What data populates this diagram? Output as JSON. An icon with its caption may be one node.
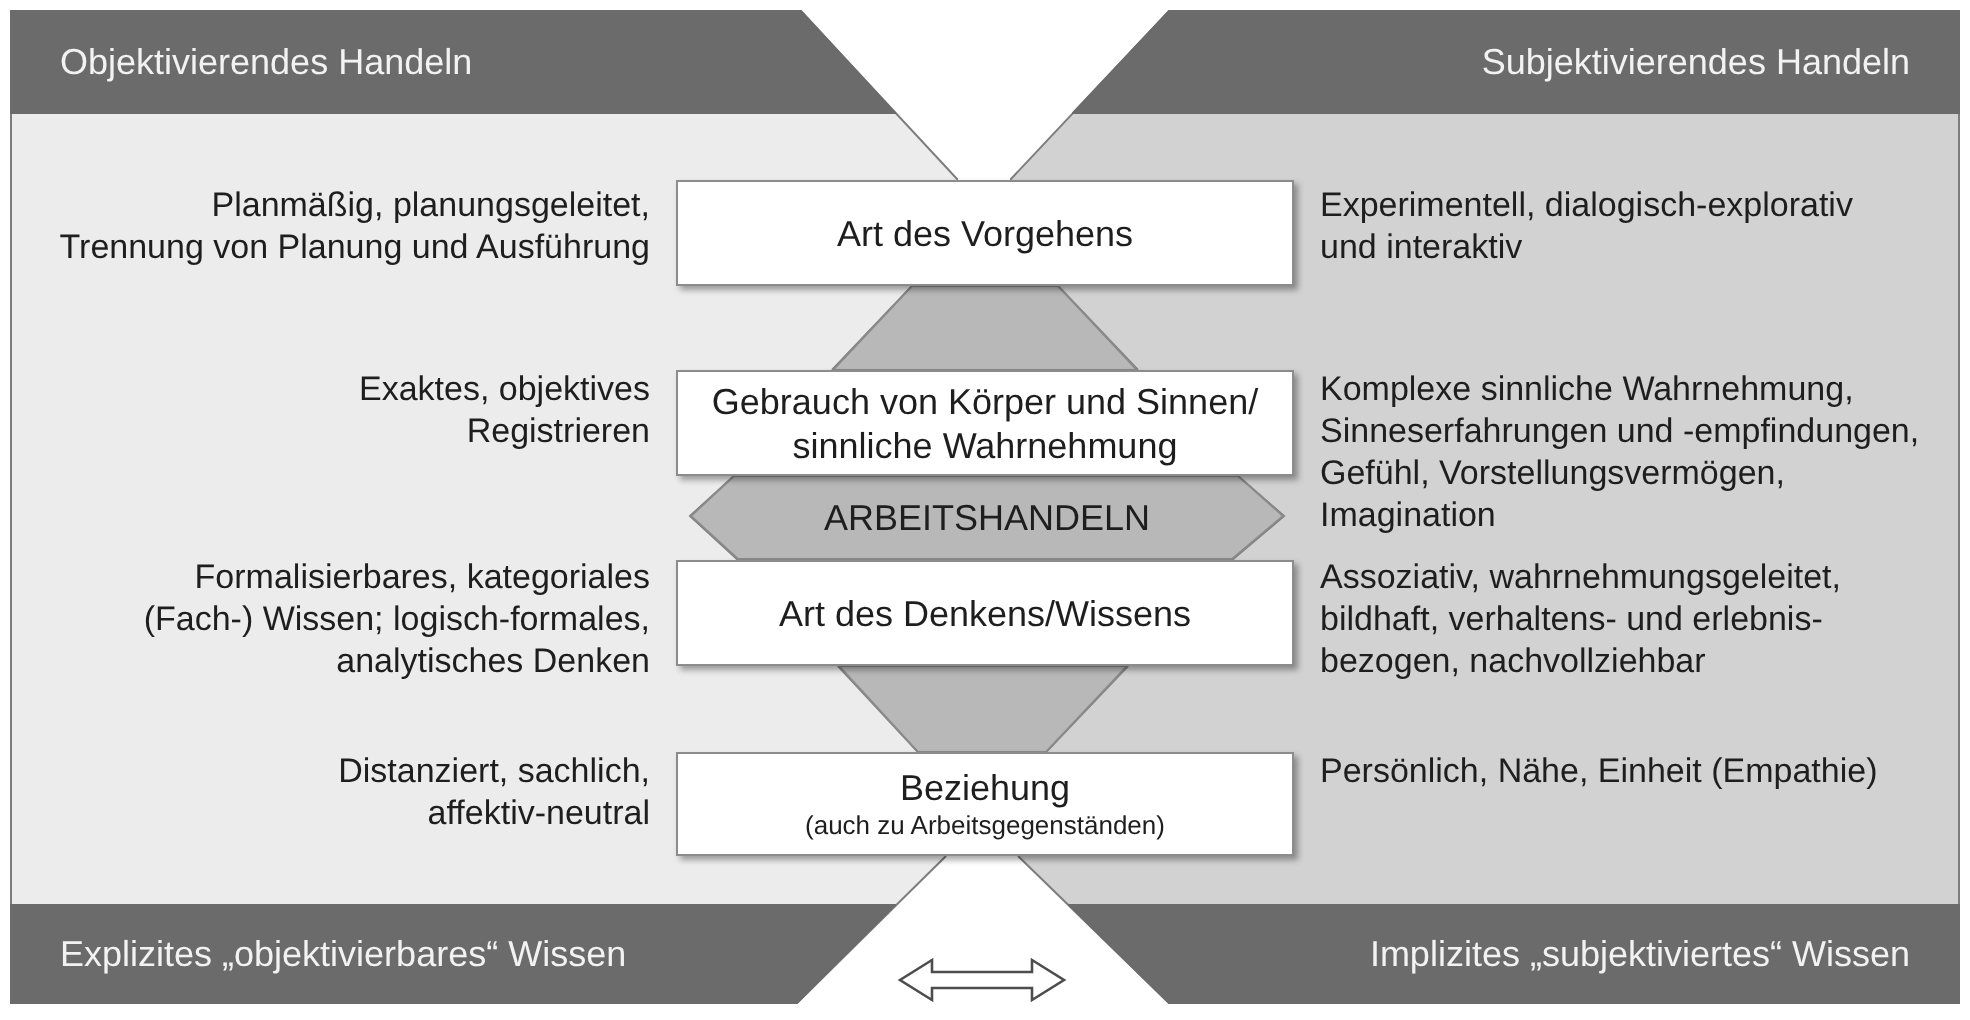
{
  "diagram": {
    "nodes": [
      {
        "text": [
          "Planmäßig, planungsgeleitet, Trennung von Planung und Ausführung",
          "Exaktes, objektives Registrieren",
          "Formalisierbares, kategoriales (Fach-) Wissen; logisch-formales, analytisches Denken",
          "Distanziert, sachlich, affektiv-neutral"
        ]
      },
      {
        "text": [
          "Objektivierendes Handeln"
        ],
        "in": 0
      },
      {
        "text": [
          "Explizites „objektivierbares“ Wissen"
        ],
        "in": 0
      },
      {
        "text": [
          "Experimentell, dialogisch-explorativ und interaktiv",
          "Komplexe sinnliche Wahrnehmung, Sinneserfahrungen und -empfindungen, Gefühl, Vorstellungsvermögen, Imagination",
          "Assoziativ, wahrnehmungsgeleitet, bildhaft, verhaltens- und erlebnis-bezogen, nachvollziehbar",
          "Persönlich, Nähe, Einheit (Empathie)"
        ]
      },
      {
        "text": [
          "Subjektivierendes Handeln"
        ],
        "in": 3
      },
      {
        "text": [
          "Implizites „subjektiviertes“ Wissen"
        ],
        "in": 3
      },
      {
        "text": [
          "Art des Vorgehens"
        ]
      },
      {
        "text": [],
        "shape": "trapezoid"
      },
      {
        "text": [
          "Gebrauch von Körper und Sinnen/ sinnliche Wahrnehmung"
        ]
      },
      {
        "text": [
          "ARBEITSHANDELN"
        ]
      },
      {
        "text": [
          "Art des Denkens/Wissens"
        ]
      },
      {
        "text": [],
        "shape": "trapezoid"
      },
      {
        "text": [
          "Beziehung",
          "(auch zu Arbeitsgegenständen)"
        ]
      }
    ],
    "edges": [
      {
        "from": 2,
        "to": 5,
        "arrow": "both"
      }
    ]
  }
}
